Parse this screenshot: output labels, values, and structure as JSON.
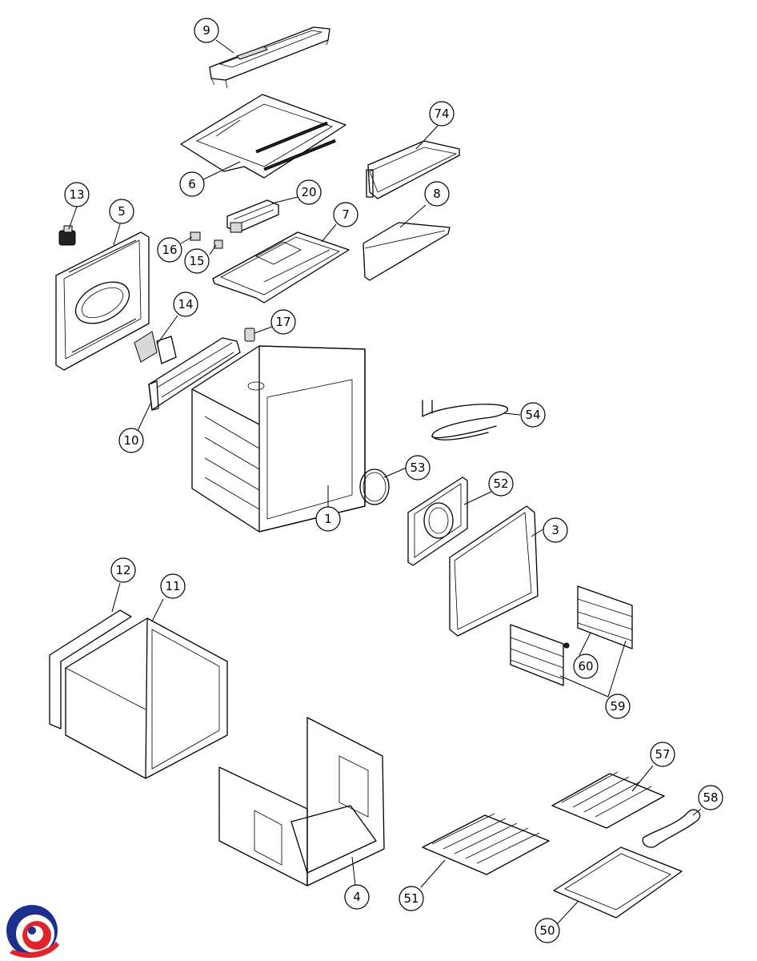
{
  "callouts": [
    {
      "id": "9",
      "label": "9"
    },
    {
      "id": "6",
      "label": "6"
    },
    {
      "id": "74",
      "label": "74"
    },
    {
      "id": "13",
      "label": "13"
    },
    {
      "id": "5",
      "label": "5"
    },
    {
      "id": "20",
      "label": "20"
    },
    {
      "id": "8",
      "label": "8"
    },
    {
      "id": "7",
      "label": "7"
    },
    {
      "id": "16",
      "label": "16"
    },
    {
      "id": "15",
      "label": "15"
    },
    {
      "id": "14",
      "label": "14"
    },
    {
      "id": "17",
      "label": "17"
    },
    {
      "id": "10",
      "label": "10"
    },
    {
      "id": "54",
      "label": "54"
    },
    {
      "id": "53",
      "label": "53"
    },
    {
      "id": "52",
      "label": "52"
    },
    {
      "id": "1",
      "label": "1"
    },
    {
      "id": "3",
      "label": "3"
    },
    {
      "id": "12",
      "label": "12"
    },
    {
      "id": "11",
      "label": "11"
    },
    {
      "id": "60",
      "label": "60"
    },
    {
      "id": "59",
      "label": "59"
    },
    {
      "id": "57",
      "label": "57"
    },
    {
      "id": "58",
      "label": "58"
    },
    {
      "id": "4",
      "label": "4"
    },
    {
      "id": "51",
      "label": "51"
    },
    {
      "id": "50",
      "label": "50"
    }
  ],
  "logo": {
    "name": "brand-logo",
    "colors": {
      "blue": "#1f2f8f",
      "red": "#e0242b"
    }
  }
}
